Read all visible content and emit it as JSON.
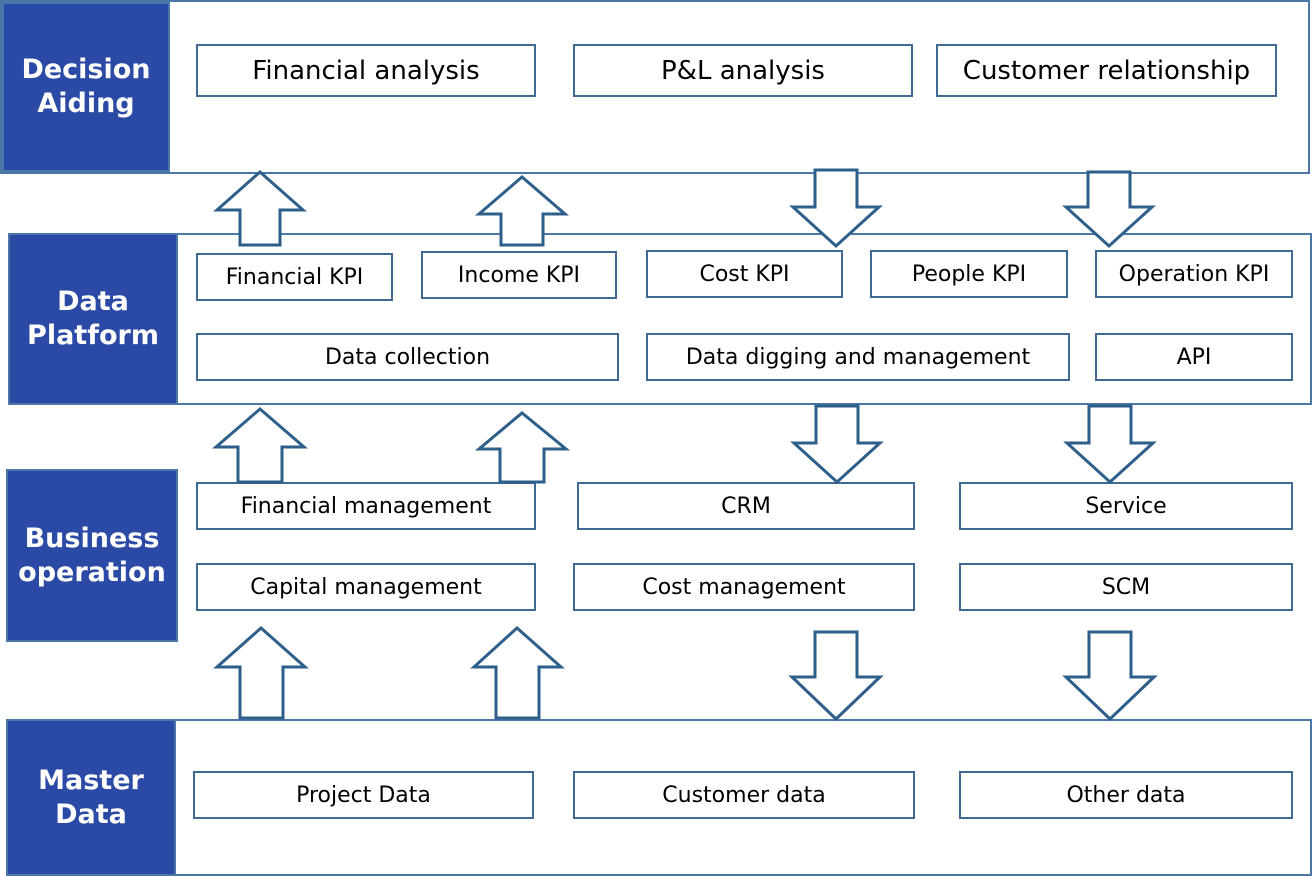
{
  "layers": {
    "decision_aiding": {
      "label": "Decision\nAiding",
      "items": [
        "Financial analysis",
        "P&L analysis",
        "Customer relationship"
      ]
    },
    "data_platform": {
      "label": "Data\nPlatform",
      "kpis": [
        "Financial KPI",
        "Income KPI",
        "Cost KPI",
        "People KPI",
        "Operation KPI"
      ],
      "functions": [
        "Data collection",
        "Data digging and management",
        "API"
      ]
    },
    "business_operation": {
      "label": "Business\noperation",
      "row1": [
        "Financial management",
        "CRM",
        "Service"
      ],
      "row2": [
        "Capital management",
        "Cost management",
        "SCM"
      ]
    },
    "master_data": {
      "label": "Master\nData",
      "items": [
        "Project Data",
        "Customer data",
        "Other data"
      ]
    }
  },
  "colors": {
    "label_fill": "#2b4aa5",
    "border": "#4a76a8",
    "arrow_stroke": "#2e5f8a"
  },
  "arrows": {
    "left_columns": "up",
    "right_columns": "down"
  }
}
